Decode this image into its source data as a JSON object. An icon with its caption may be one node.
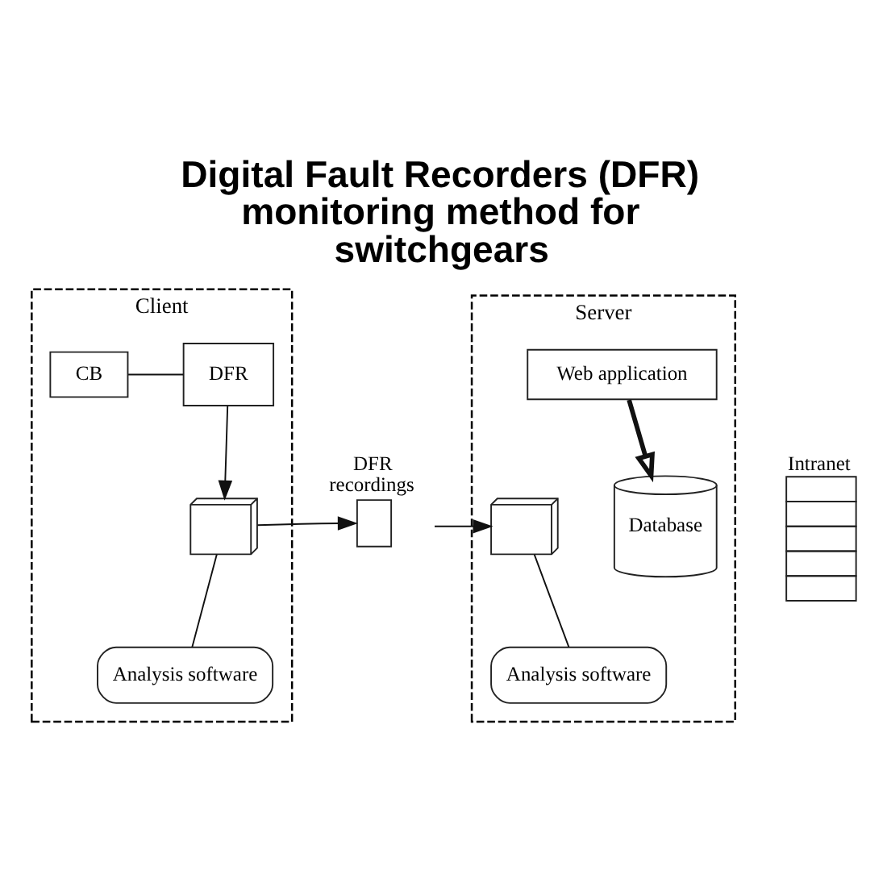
{
  "diagram": {
    "title": "Digital Fault Recorders (DFR) monitoring method for switchgears",
    "nodes": [
      {
        "text": [
          "Client"
        ]
      },
      {
        "text": [
          "CB"
        ],
        "in": 0
      },
      {
        "text": [
          "DFR"
        ],
        "in": 0
      },
      {
        "text": [],
        "shape": "computer",
        "in": 0
      },
      {
        "text": [
          "Analysis software"
        ],
        "in": 0
      },
      {
        "text": [],
        "shape": "document",
        "beside": [
          "DFR recordings"
        ]
      },
      {
        "text": [
          "Server"
        ]
      },
      {
        "text": [
          "Web application"
        ],
        "in": 6
      },
      {
        "text": [],
        "shape": "computer",
        "in": 6
      },
      {
        "text": [
          "Analysis software"
        ],
        "in": 6
      },
      {
        "text": [
          "Database"
        ],
        "in": 6
      },
      {
        "text": [
          "Intranet"
        ]
      }
    ],
    "edges": [
      {
        "from": 1,
        "to": 2,
        "arrow": "none"
      },
      {
        "from": 2,
        "to": 3,
        "arrow": "to"
      },
      {
        "from": 3,
        "to": 4,
        "arrow": "none"
      },
      {
        "from": 3,
        "to": 5,
        "arrow": "to"
      },
      {
        "from": 5,
        "to": 8,
        "arrow": "to"
      },
      {
        "from": 7,
        "to": 10,
        "arrow": "to",
        "style": "thick"
      },
      {
        "from": 8,
        "to": 9,
        "arrow": "none"
      }
    ]
  }
}
